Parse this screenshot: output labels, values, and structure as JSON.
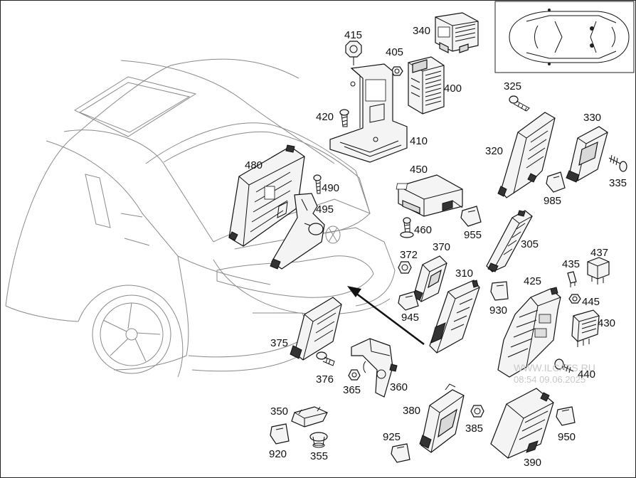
{
  "labels": {
    "p415": "415",
    "p340": "340",
    "p405": "405",
    "p400": "400",
    "p325": "325",
    "p330": "330",
    "p420": "420",
    "p410": "410",
    "p320": "320",
    "p335": "335",
    "p480": "480",
    "p450": "450",
    "p490": "490",
    "p985": "985",
    "p495": "495",
    "p955": "955",
    "p460": "460",
    "p305": "305",
    "p437": "437",
    "p372": "372",
    "p370": "370",
    "p435": "435",
    "p310": "310",
    "p425": "425",
    "p445": "445",
    "p945": "945",
    "p930": "930",
    "p430": "430",
    "p375": "375",
    "p440": "440",
    "p376": "376",
    "p365": "365",
    "p360": "360",
    "p350": "350",
    "p380": "380",
    "p385": "385",
    "p950": "950",
    "p925": "925",
    "p920": "920",
    "p355": "355",
    "p390": "390"
  },
  "watermark": {
    "site": "WWW.ILCATS.RU",
    "timestamp": "08:54 09.06.2025"
  }
}
